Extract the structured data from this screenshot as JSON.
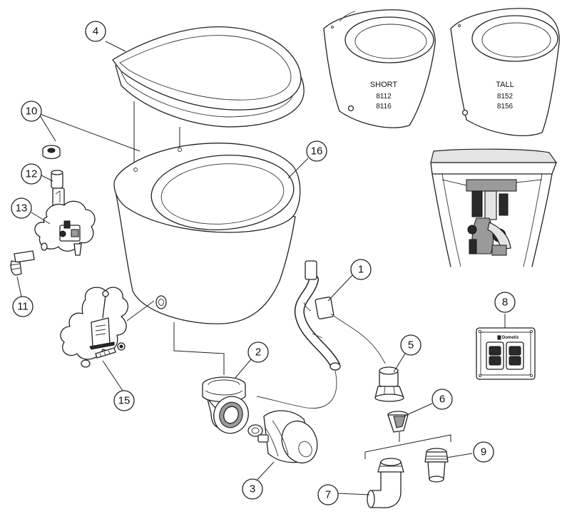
{
  "diagram": {
    "callouts": [
      {
        "id": "1",
        "label": "1"
      },
      {
        "id": "2",
        "label": "2"
      },
      {
        "id": "3",
        "label": "3"
      },
      {
        "id": "4",
        "label": "4"
      },
      {
        "id": "5",
        "label": "5"
      },
      {
        "id": "6",
        "label": "6"
      },
      {
        "id": "7",
        "label": "7"
      },
      {
        "id": "8",
        "label": "8"
      },
      {
        "id": "9",
        "label": "9"
      },
      {
        "id": "10",
        "label": "10"
      },
      {
        "id": "11",
        "label": "11"
      },
      {
        "id": "12",
        "label": "12"
      },
      {
        "id": "13",
        "label": "13"
      },
      {
        "id": "15",
        "label": "15"
      },
      {
        "id": "16",
        "label": "16"
      }
    ],
    "variants": {
      "short": {
        "name": "SHORT",
        "code_a": "8112",
        "code_b": "8116"
      },
      "tall": {
        "name": "TALL",
        "code_a": "8152",
        "code_b": "8156"
      }
    },
    "control_panel": {
      "brand": "Dometic"
    }
  }
}
